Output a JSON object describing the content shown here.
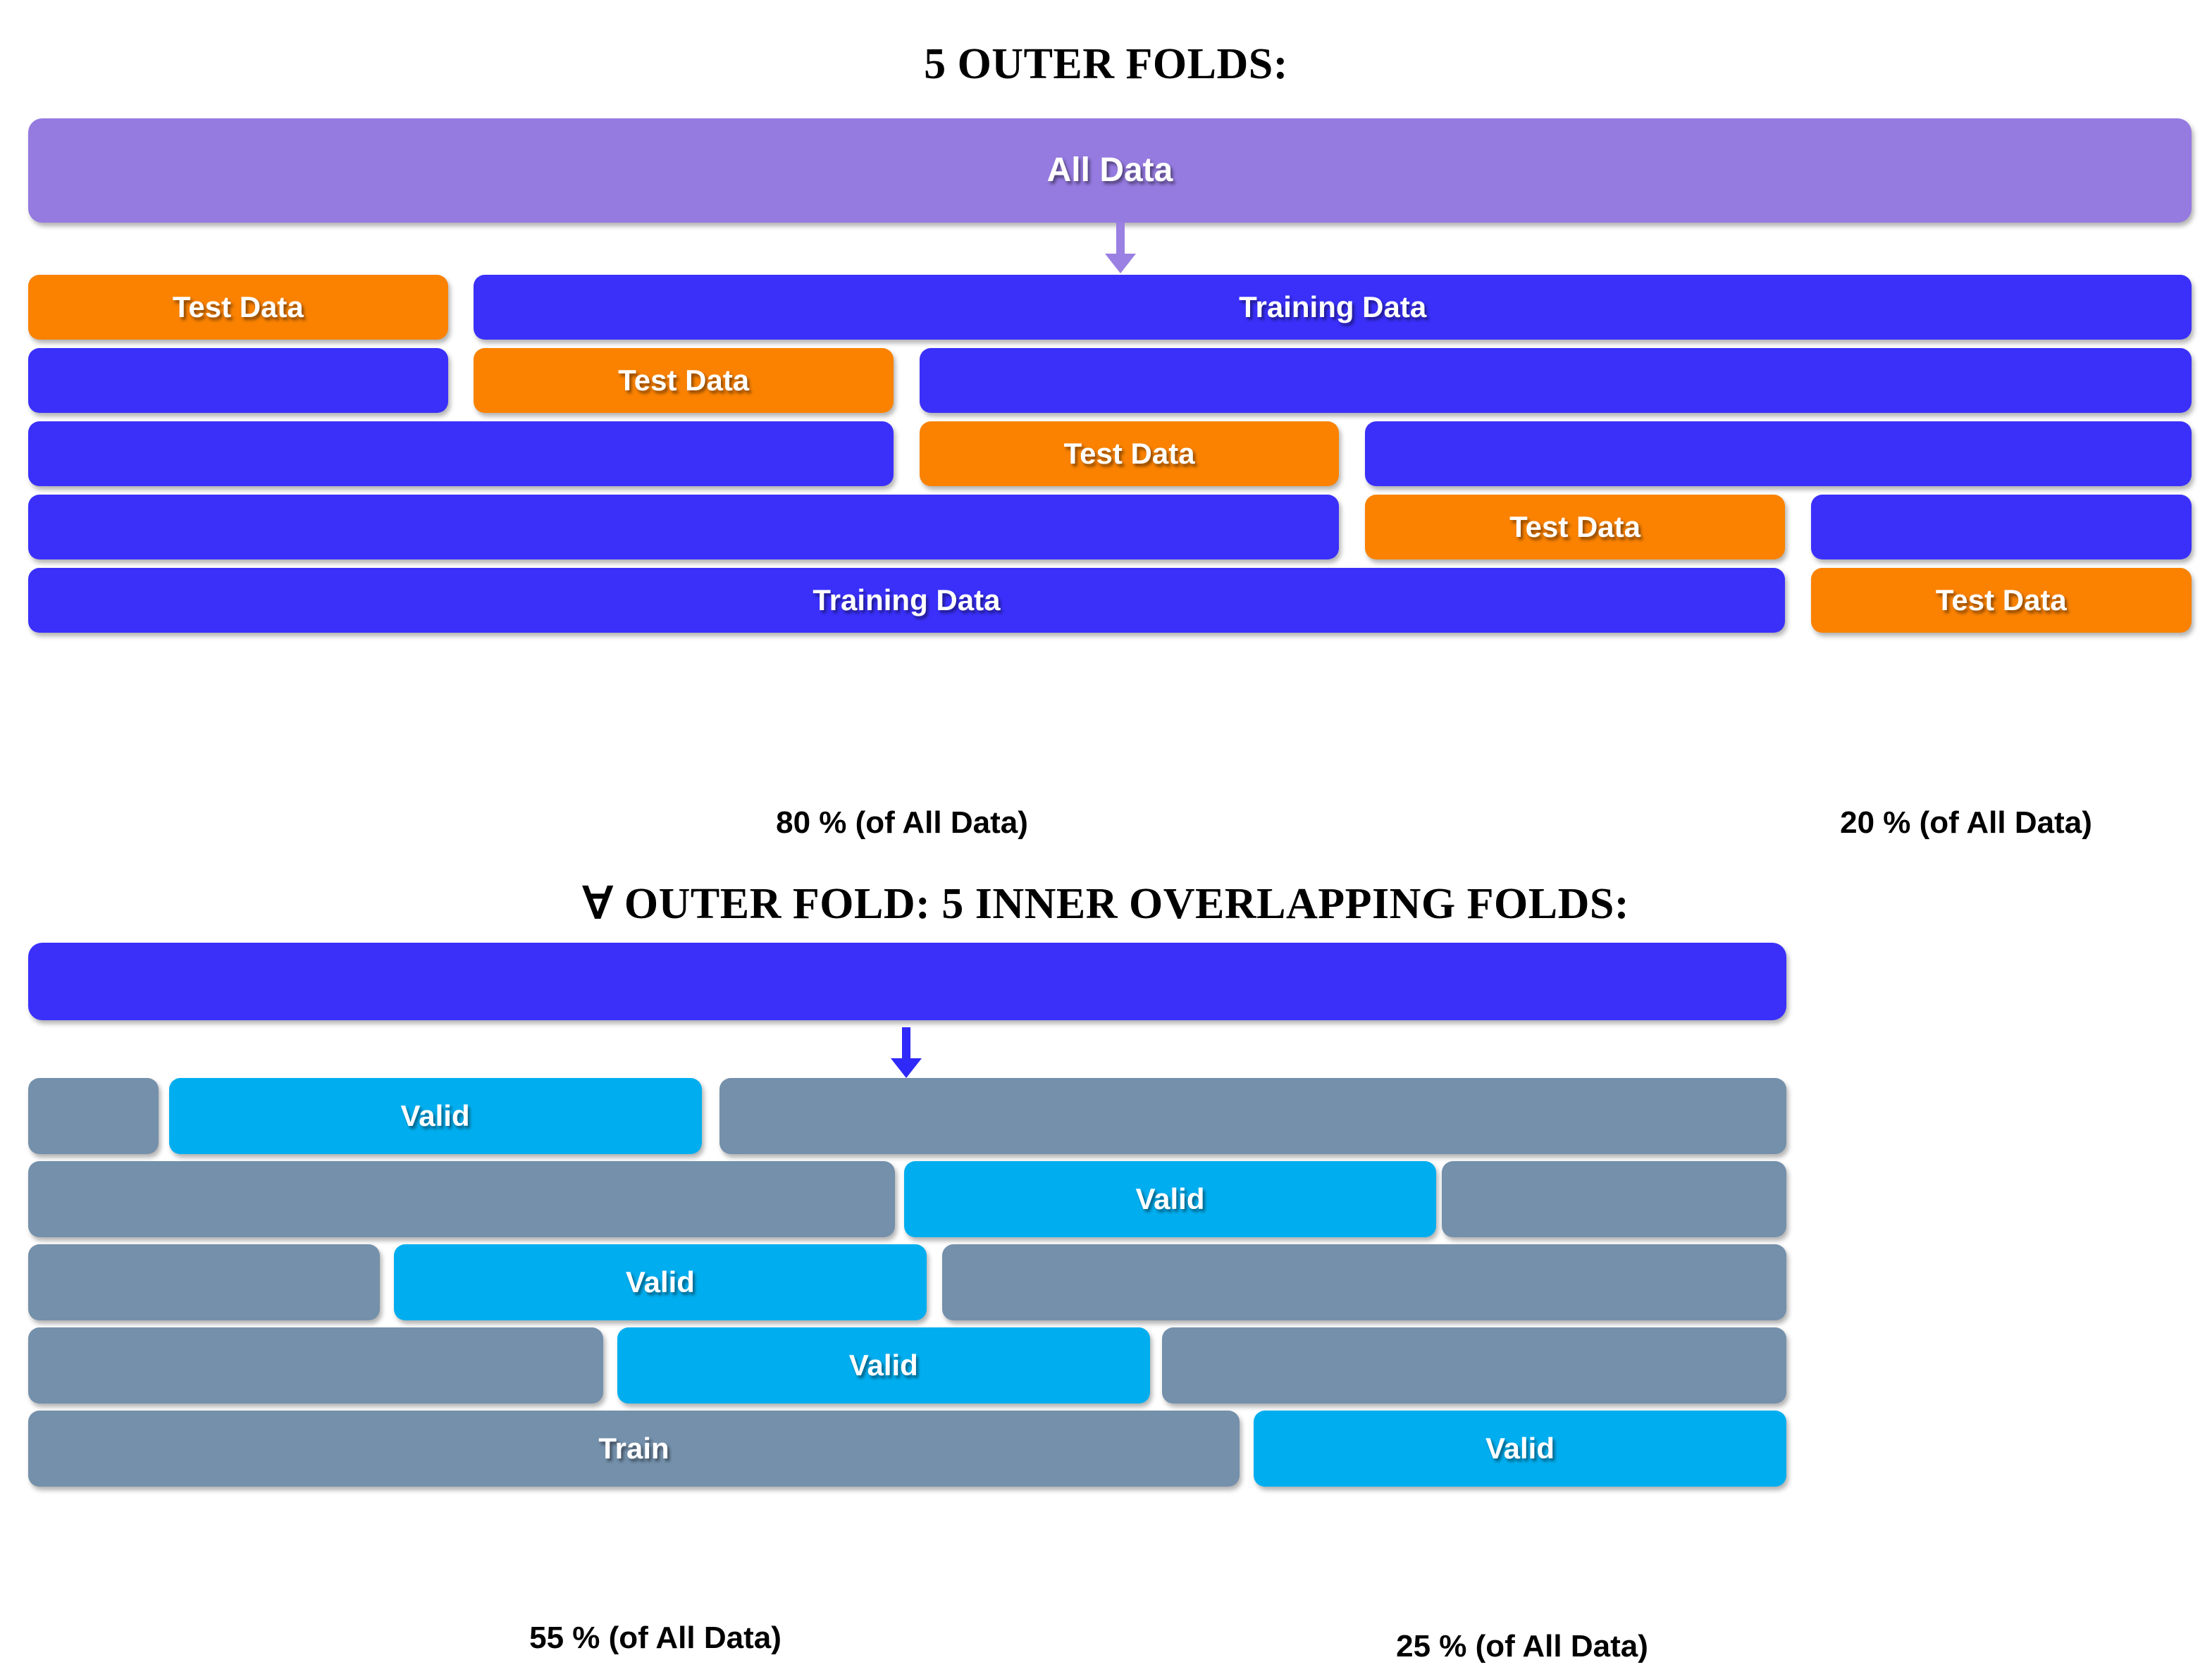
{
  "colors": {
    "all_data": "#957ae0",
    "training": "#3a30fa",
    "test": "#fa8200",
    "inner_train": "#7490ab",
    "valid": "#00aeef",
    "background": "#ffffff",
    "text_dark": "#000000",
    "text_light": "#ffffff"
  },
  "outer": {
    "title": "5 OUTER FOLDS:",
    "all_data_label": "All Data",
    "arrow": "down-arrow",
    "labels": {
      "test": "Test Data",
      "training": "Training Data"
    },
    "rows": [
      {
        "name": "outer-fold-1",
        "segments": [
          {
            "type": "test",
            "label": "Test Data",
            "left_pct": 0.0,
            "width_pct": 19.4
          },
          {
            "type": "training",
            "label": "Training Data",
            "left_pct": 20.6,
            "width_pct": 79.4
          }
        ]
      },
      {
        "name": "outer-fold-2",
        "segments": [
          {
            "type": "training",
            "label": "",
            "left_pct": 0.0,
            "width_pct": 19.4
          },
          {
            "type": "test",
            "label": "Test Data",
            "left_pct": 20.6,
            "width_pct": 19.4
          },
          {
            "type": "training",
            "label": "",
            "left_pct": 41.2,
            "width_pct": 58.8
          }
        ]
      },
      {
        "name": "outer-fold-3",
        "segments": [
          {
            "type": "training",
            "label": "",
            "left_pct": 0.0,
            "width_pct": 40.0
          },
          {
            "type": "test",
            "label": "Test Data",
            "left_pct": 41.2,
            "width_pct": 19.4
          },
          {
            "type": "training",
            "label": "",
            "left_pct": 61.8,
            "width_pct": 38.2
          }
        ]
      },
      {
        "name": "outer-fold-4",
        "segments": [
          {
            "type": "training",
            "label": "",
            "left_pct": 0.0,
            "width_pct": 60.6
          },
          {
            "type": "test",
            "label": "Test Data",
            "left_pct": 61.8,
            "width_pct": 19.4
          },
          {
            "type": "training",
            "label": "",
            "left_pct": 82.4,
            "width_pct": 17.6
          }
        ]
      },
      {
        "name": "outer-fold-5",
        "segments": [
          {
            "type": "training",
            "label": "Training Data",
            "left_pct": 0.0,
            "width_pct": 81.2
          },
          {
            "type": "test",
            "label": "Test Data",
            "left_pct": 82.4,
            "width_pct": 17.6
          }
        ]
      }
    ],
    "captions": [
      {
        "name": "training-percent",
        "text": "80 % (of All Data)"
      },
      {
        "name": "test-percent",
        "text": "20 % (of All Data)"
      }
    ]
  },
  "inner": {
    "title": "∀ OUTER FOLD: 5 INNER OVERLAPPING FOLDS:",
    "source_bar_label": "",
    "arrow": "down-arrow",
    "labels": {
      "train": "Train",
      "valid": "Valid"
    },
    "rows": [
      {
        "name": "inner-fold-1",
        "segments": [
          {
            "type": "train",
            "label": "",
            "left_pct": 0.0,
            "width_pct": 7.4
          },
          {
            "type": "valid",
            "label": "Valid",
            "left_pct": 8.0,
            "width_pct": 30.3
          },
          {
            "type": "train",
            "label": "",
            "left_pct": 39.3,
            "width_pct": 60.7
          }
        ]
      },
      {
        "name": "inner-fold-2",
        "segments": [
          {
            "type": "train",
            "label": "",
            "left_pct": 0.0,
            "width_pct": 49.3
          },
          {
            "type": "valid",
            "label": "Valid",
            "left_pct": 49.8,
            "width_pct": 30.3
          },
          {
            "type": "train",
            "label": "",
            "left_pct": 80.4,
            "width_pct": 19.6
          }
        ]
      },
      {
        "name": "inner-fold-3",
        "segments": [
          {
            "type": "train",
            "label": "",
            "left_pct": 0.0,
            "width_pct": 20.0
          },
          {
            "type": "valid",
            "label": "Valid",
            "left_pct": 20.8,
            "width_pct": 30.3
          },
          {
            "type": "train",
            "label": "",
            "left_pct": 52.0,
            "width_pct": 48.0
          }
        ]
      },
      {
        "name": "inner-fold-4",
        "segments": [
          {
            "type": "train",
            "label": "",
            "left_pct": 0.0,
            "width_pct": 32.7
          },
          {
            "type": "valid",
            "label": "Valid",
            "left_pct": 33.5,
            "width_pct": 30.3
          },
          {
            "type": "train",
            "label": "",
            "left_pct": 64.5,
            "width_pct": 35.5
          }
        ]
      },
      {
        "name": "inner-fold-5",
        "segments": [
          {
            "type": "train",
            "label": "Train",
            "left_pct": 0.0,
            "width_pct": 68.9
          },
          {
            "type": "valid",
            "label": "Valid",
            "left_pct": 69.7,
            "width_pct": 30.3
          }
        ]
      }
    ],
    "captions": [
      {
        "name": "train-percent",
        "text": "55 % (of All Data)"
      },
      {
        "name": "valid-percent",
        "text": "25 % (of All Data)"
      }
    ]
  }
}
